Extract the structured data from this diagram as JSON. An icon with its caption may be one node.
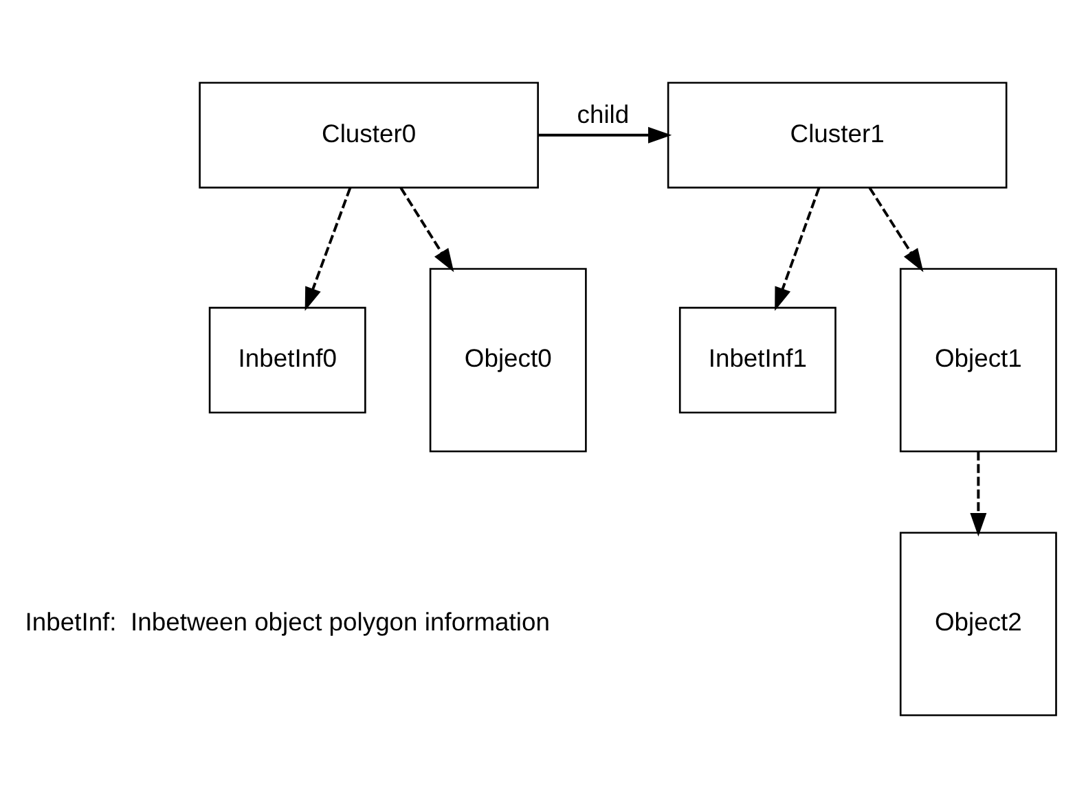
{
  "diagram": {
    "nodes": [
      {
        "text": [
          "Cluster0"
        ]
      },
      {
        "text": [
          "Cluster1"
        ]
      },
      {
        "text": [
          "InbetInf0"
        ]
      },
      {
        "text": [
          "Object0"
        ]
      },
      {
        "text": [
          "InbetInf1"
        ]
      },
      {
        "text": [
          "Object1"
        ]
      },
      {
        "text": [
          "Object2"
        ]
      }
    ],
    "edges": [
      {
        "from": 0,
        "to": 1,
        "arrow": "to",
        "label": "child"
      },
      {
        "from": 0,
        "to": 2,
        "arrow": "to",
        "style": "dashed"
      },
      {
        "from": 0,
        "to": 3,
        "arrow": "to",
        "style": "dashed"
      },
      {
        "from": 1,
        "to": 4,
        "arrow": "to",
        "style": "dashed"
      },
      {
        "from": 1,
        "to": 5,
        "arrow": "to",
        "style": "dashed"
      },
      {
        "from": 5,
        "to": 6,
        "arrow": "to",
        "style": "dashed"
      }
    ],
    "labels": [
      "InbetInf:  Inbetween object polygon information"
    ]
  }
}
